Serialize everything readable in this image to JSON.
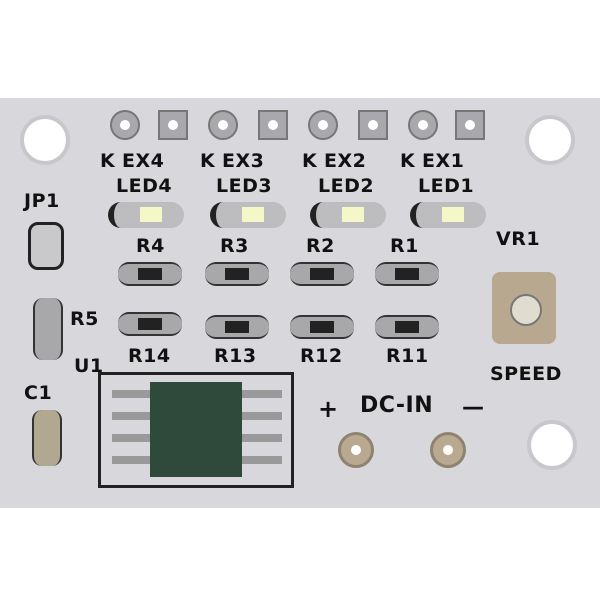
{
  "header_labels": {
    "k": "K",
    "ex4": "EX4",
    "ex3": "EX3",
    "ex2": "EX2",
    "ex1": "EX1"
  },
  "leds": [
    "LED4",
    "LED3",
    "LED2",
    "LED1"
  ],
  "resistors_top": [
    "R4",
    "R3",
    "R2",
    "R1"
  ],
  "resistors_bottom": [
    "R14",
    "R13",
    "R12",
    "R11"
  ],
  "labels": {
    "jp1": "JP1",
    "r5": "R5",
    "u1": "U1",
    "c1": "C1",
    "vr1": "VR1",
    "speed": "SPEED",
    "plus": "+",
    "dcin": "DC-IN",
    "minus": "—"
  },
  "colors": {
    "board": "#d8d8dc",
    "silkscreen": "#111111",
    "ic": "#2f4a3a"
  }
}
